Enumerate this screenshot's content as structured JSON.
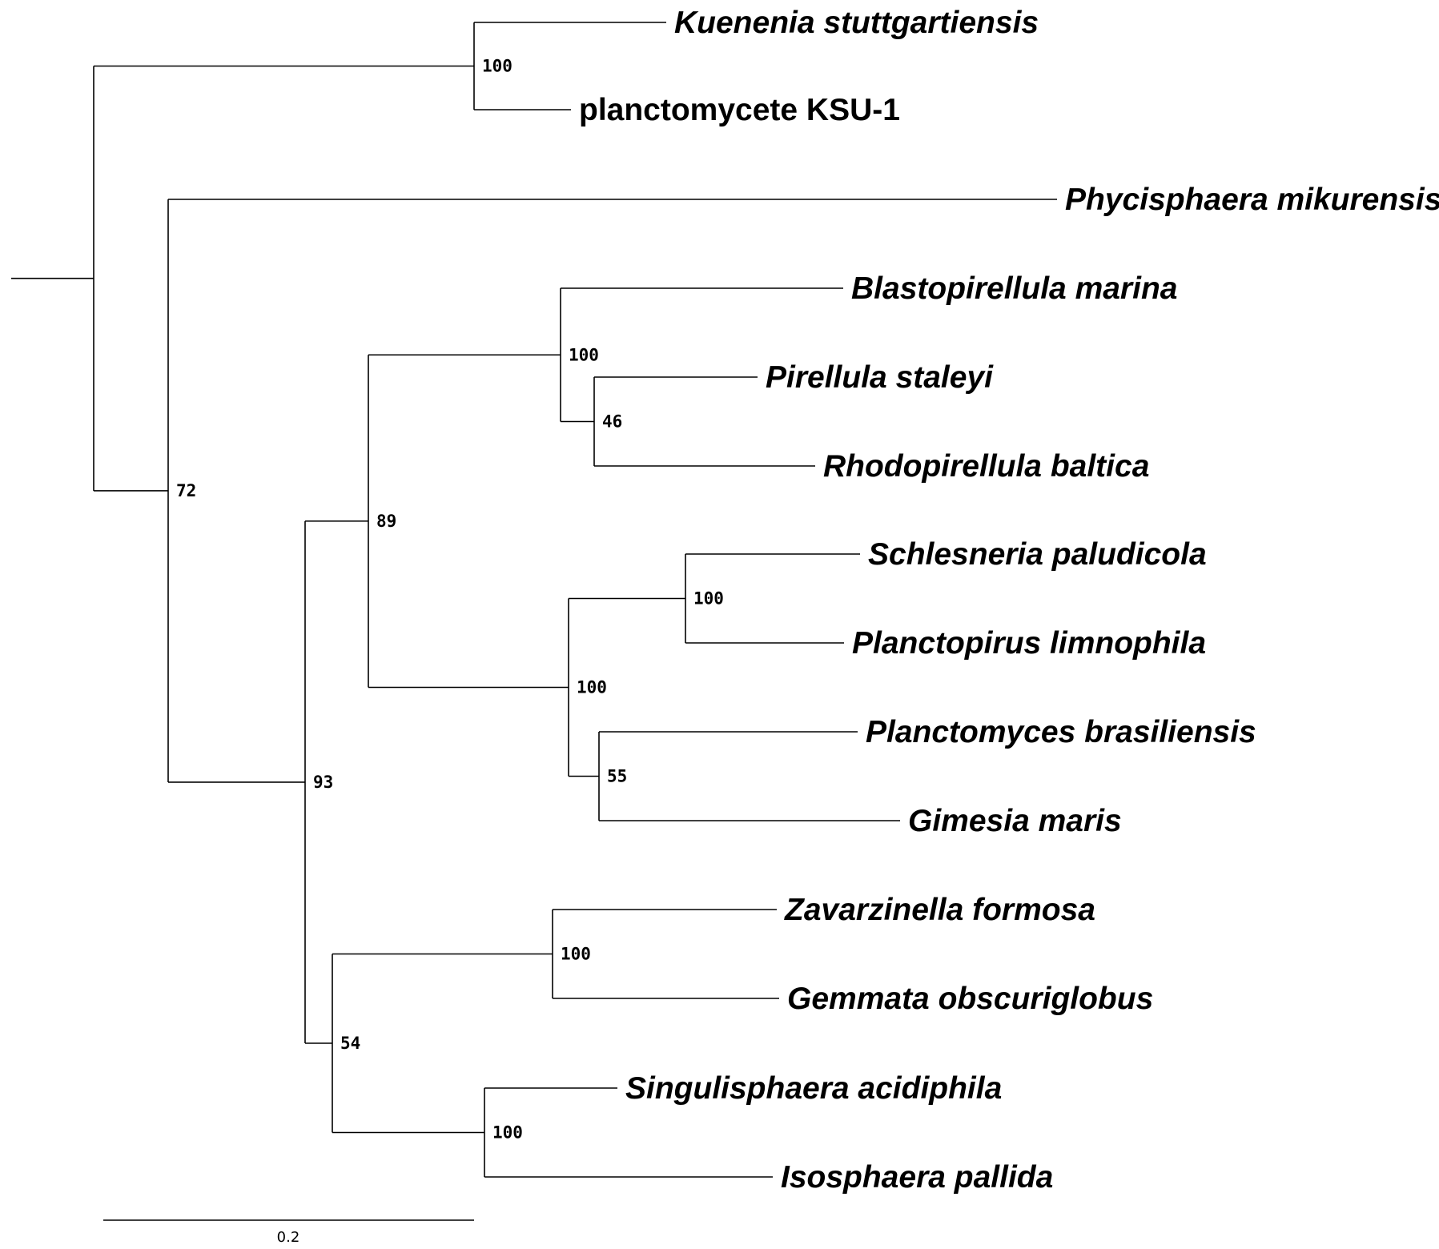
{
  "tree": {
    "taxa": [
      {
        "id": "kuenenia",
        "label": "Kuenenia stuttgartiensis",
        "italic": true
      },
      {
        "id": "ksu1",
        "label": "planctomycete KSU-1",
        "italic": false
      },
      {
        "id": "phycisphaera",
        "label": "Phycisphaera mikurensis",
        "italic": true
      },
      {
        "id": "blastopirellula",
        "label": "Blastopirellula marina",
        "italic": true
      },
      {
        "id": "pirellula",
        "label": "Pirellula staleyi",
        "italic": true
      },
      {
        "id": "rhodopirellula",
        "label": "Rhodopirellula baltica",
        "italic": true
      },
      {
        "id": "schlesneria",
        "label": "Schlesneria paludicola",
        "italic": true
      },
      {
        "id": "planctopirus",
        "label": "Planctopirus limnophila",
        "italic": true
      },
      {
        "id": "planctomyces",
        "label": "Planctomyces brasiliensis",
        "italic": true
      },
      {
        "id": "gimesia",
        "label": "Gimesia maris",
        "italic": true
      },
      {
        "id": "zavarzinella",
        "label": "Zavarzinella formosa",
        "italic": true
      },
      {
        "id": "gemmata",
        "label": "Gemmata obscuriglobus",
        "italic": true
      },
      {
        "id": "singulisphaera",
        "label": "Singulisphaera acidiphila",
        "italic": true
      },
      {
        "id": "isosphaera",
        "label": "Isosphaera pallida",
        "italic": true
      }
    ],
    "support_values": [
      {
        "node": "anammox",
        "value": "100"
      },
      {
        "node": "planctomycetes_phycisphaera",
        "value": "72"
      },
      {
        "node": "core_planctomycetes",
        "value": "93"
      },
      {
        "node": "pirellula_planctomyces",
        "value": "89"
      },
      {
        "node": "pirellulaceae",
        "value": "100"
      },
      {
        "node": "pirellula_rhodopirellula",
        "value": "46"
      },
      {
        "node": "planctomycetaceae",
        "value": "100"
      },
      {
        "node": "schlesneria_planctopirus",
        "value": "100"
      },
      {
        "node": "planctomyces_gimesia",
        "value": "55"
      },
      {
        "node": "gemmata_isosphaera",
        "value": "54"
      },
      {
        "node": "gemmataceae",
        "value": "100"
      },
      {
        "node": "isosphaeraceae",
        "value": "100"
      }
    ],
    "scale_bar": {
      "label": "0.2",
      "value": 0.2
    }
  }
}
